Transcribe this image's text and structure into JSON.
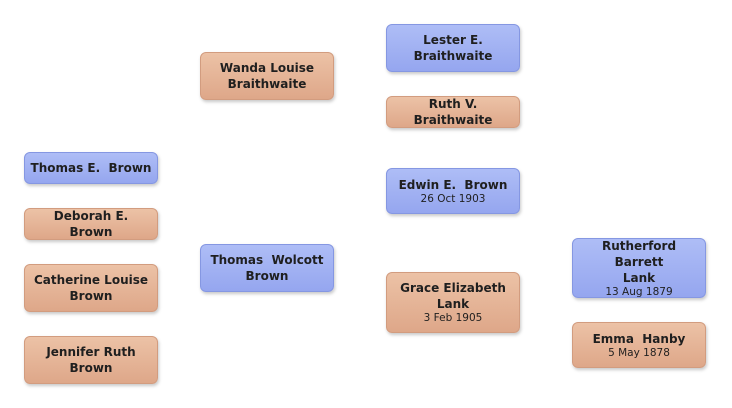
{
  "people": {
    "thomas_e": {
      "name": "Thomas E.  Brown",
      "gender": "male"
    },
    "deborah": {
      "name": "Deborah E.  Brown",
      "gender": "female"
    },
    "catherine": {
      "name": "Catherine Louise\nBrown",
      "gender": "female"
    },
    "jennifer": {
      "name": "Jennifer Ruth\nBrown",
      "gender": "female"
    },
    "wanda": {
      "name": "Wanda Louise\nBraithwaite",
      "gender": "female"
    },
    "thomas_w": {
      "name": "Thomas  Wolcott\nBrown",
      "gender": "male"
    },
    "lester": {
      "name": "Lester E.\nBraithwaite",
      "gender": "male"
    },
    "ruth": {
      "name": "Ruth V. Braithwaite",
      "gender": "female"
    },
    "edwin": {
      "name": "Edwin E.  Brown",
      "date": "26 Oct 1903",
      "gender": "male"
    },
    "grace": {
      "name": "Grace Elizabeth\nLank",
      "date": "3 Feb 1905",
      "gender": "female"
    },
    "rutherford": {
      "name": "Rutherford  Barrett\nLank",
      "date": "13 Aug 1879",
      "gender": "male"
    },
    "emma": {
      "name": "Emma  Hanby",
      "date": "5 May 1878",
      "gender": "female"
    }
  },
  "colors": {
    "male": "#a3b3f3",
    "female": "#e6b597"
  }
}
